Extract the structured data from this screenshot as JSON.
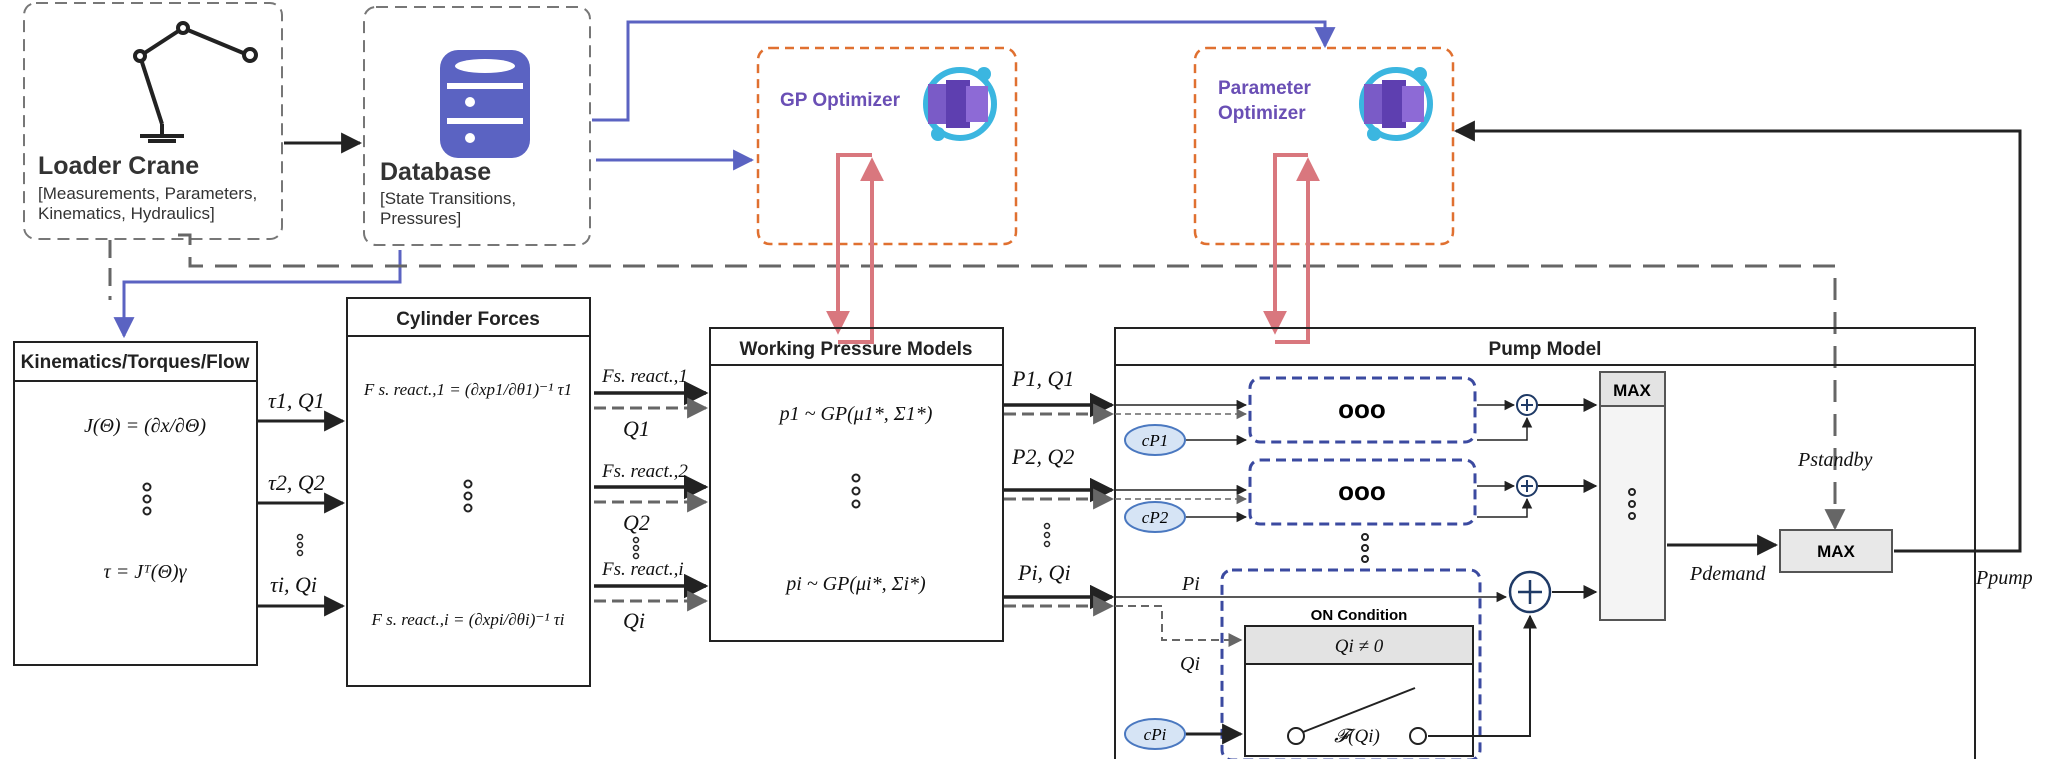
{
  "loader_crane": {
    "title": "Loader Crane",
    "details": [
      "[Measurements, Parameters,",
      "Kinematics, Hydraulics]"
    ]
  },
  "database": {
    "title": "Database",
    "details": [
      "[State Transitions,",
      "Pressures]"
    ]
  },
  "gp_optimizer": {
    "label": "GP Optimizer"
  },
  "parameter_optimizer": {
    "label_lines": [
      "Parameter",
      "Optimizer"
    ]
  },
  "kinematics": {
    "title": "Kinematics/Torques/Flow",
    "eq1": "J(Θ) = (∂x/∂Θ)",
    "eq2": "τ = Jᵀ(Θ)γ"
  },
  "cylinder_forces": {
    "title": "Cylinder Forces",
    "eq1": "F s. react.,1 = (∂xp1/∂θ1)⁻¹ τ1",
    "eq2": "F s. react.,i = (∂xpi/∂θi)⁻¹ τi"
  },
  "working_pressure": {
    "title": "Working Pressure Models",
    "eq1": "p1 ~ GP(μ1*, Σ1*)",
    "eq2": "pi ~ GP(μi*, Σi*)"
  },
  "pump_model": {
    "title": "Pump Model",
    "max1": "MAX",
    "max2": "MAX",
    "on_condition": "ON Condition",
    "on_expr": "Qi ≠ 0",
    "switch_expr": "𝓕(Qi)",
    "c1": "cP1",
    "c2": "cP2",
    "ci": "cPi"
  },
  "signals": {
    "tau1q1": "τ1, Q1",
    "tau2q2": "τ2, Q2",
    "tauiqi": "τi, Qi",
    "f1": "Fs. react.,1",
    "f2": "Fs. react.,2",
    "fi": "Fs. react.,i",
    "q1": "Q1",
    "q2": "Q2",
    "qi": "Qi",
    "p1q1": "P1, Q1",
    "p2q2": "P2, Q2",
    "piqi": "Pi, Qi",
    "pi": "Pi",
    "qi_on": "Qi",
    "pdemand": "Pdemand",
    "pstandby": "Pstandby",
    "ppump": "Ppump"
  },
  "colors": {
    "blue_arrow": "#5b63c2",
    "orange_dash": "#e07030",
    "red_loop": "#d9777e",
    "purple_text": "#6a4fb5",
    "navy_dash": "#3b4aa0",
    "grey_dash": "#666666"
  },
  "icons": [
    "robot-arm-icon",
    "database-icon",
    "optimizer-icon"
  ]
}
